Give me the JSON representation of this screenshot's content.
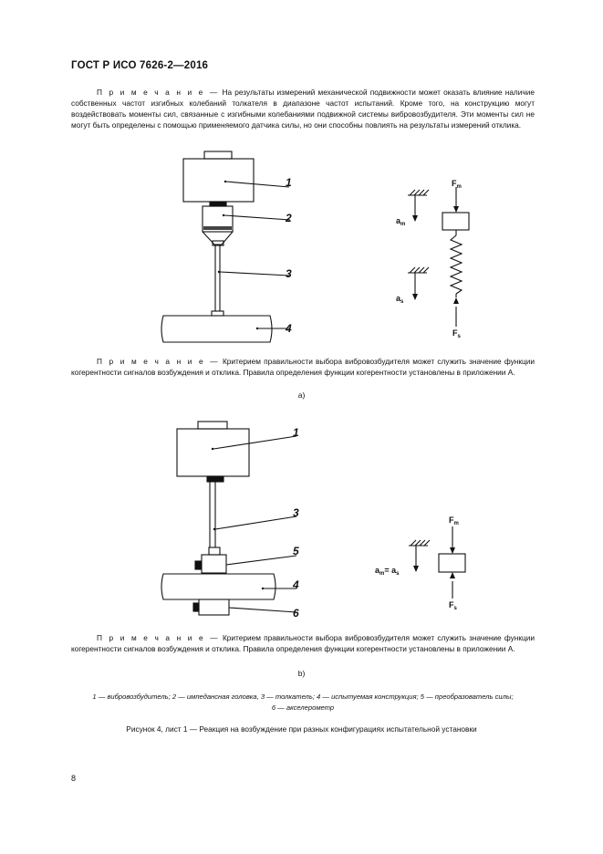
{
  "header": {
    "standard": "ГОСТ Р ИСО 7626-2—2016"
  },
  "note1": {
    "lead": "П р и м е ч а н и е —",
    "text": "На результаты измерений механической подвижности может оказать влияние наличие собственных частот изгибных колебаний толкателя в диапазоне частот испытаний. Кроме того, на конструкцию могут воздействовать моменты сил, связанные с изгибными колебаниями подвижной системы вибровозбудителя. Эти моменты сил не могут быть определены с помощью применяемого датчика силы, но они способны повлиять на результаты измерений отклика."
  },
  "figure_a": {
    "callouts": [
      "1",
      "2",
      "3",
      "4"
    ],
    "schema": {
      "force_top": "F",
      "force_top_sub": "m",
      "accel_top": "a",
      "accel_top_sub": "m",
      "accel_bottom": "a",
      "accel_bottom_sub": "s",
      "force_bottom": "F",
      "force_bottom_sub": "s"
    },
    "note": {
      "lead": "П р и м е ч а н и е —",
      "text": "Критерием правильности выбора вибровозбудителя может служить значение функции когерентности сигналов возбуждения и отклика. Правила определения функции когерентности установлены в приложении А."
    },
    "label": "а)"
  },
  "figure_b": {
    "callouts": [
      "1",
      "3",
      "5",
      "4",
      "6"
    ],
    "schema": {
      "force_top": "F",
      "force_top_sub": "m",
      "accel": "a",
      "accel_sub": "m",
      "accel_eq": "= a",
      "accel_eq_sub": "s",
      "force_bottom": "F",
      "force_bottom_sub": "s"
    },
    "note": {
      "lead": "П р и м е ч а н и е —",
      "text": "Критерием правильности выбора вибровозбудителя может служить значение функции когерентности сигналов возбуждения и отклика. Правила определения функции когерентности установлены в приложении А."
    },
    "label": "b)"
  },
  "legend": {
    "line1": "1 — вибровозбудитель; 2 — импедансная головка, 3 — толкатель; 4 — испытуемая конструкция; 5 — преобразователь силы;",
    "line2": "6 — акселерометр"
  },
  "figure_title": "Рисунок 4, лист 1 — Реакция на возбуждение при разных конфигурациях испытательной установки",
  "page_number": "8"
}
